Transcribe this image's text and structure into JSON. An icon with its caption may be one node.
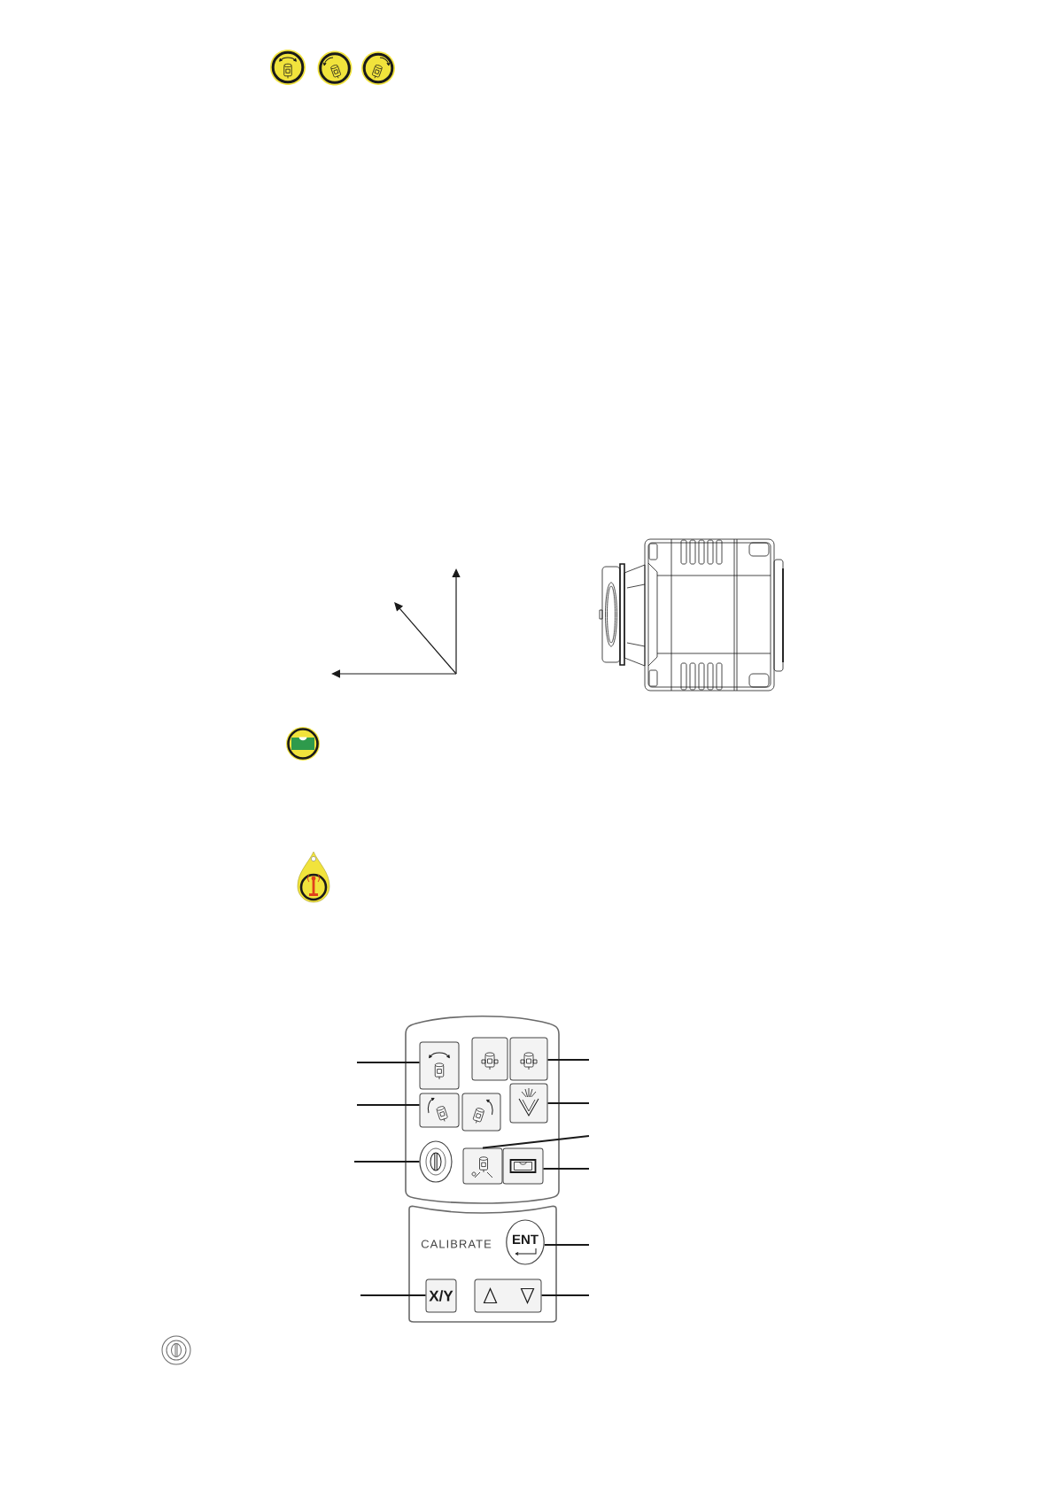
{
  "diagram": {
    "nodes": [
      {
        "text": [],
        "shape": "box"
      },
      {
        "text": [],
        "shape": "box",
        "in": 0
      },
      {
        "text": [],
        "shape": "box",
        "in": 0
      },
      {
        "text": [],
        "shape": "box",
        "in": 0
      },
      {
        "text": [],
        "shape": "box",
        "in": 0
      },
      {
        "text": [],
        "shape": "box",
        "in": 0
      },
      {
        "text": [],
        "shape": "box",
        "in": 0
      },
      {
        "text": [],
        "shape": "circle",
        "in": 0
      },
      {
        "text": [],
        "shape": "box",
        "in": 0
      },
      {
        "text": [],
        "shape": "box",
        "in": 0
      },
      {
        "text": [
          "CALIBRATE"
        ]
      },
      {
        "text": [
          "ENT"
        ],
        "in": 10
      },
      {
        "text": [
          "X/Y"
        ],
        "in": 10
      },
      {
        "text": [],
        "shape": "box",
        "in": 10
      }
    ],
    "edges": [
      {
        "from": null,
        "to": 1,
        "arrow": "none"
      },
      {
        "from": null,
        "to": 3,
        "arrow": "none"
      },
      {
        "from": null,
        "to": 4,
        "arrow": "none"
      },
      {
        "from": null,
        "to": 6,
        "arrow": "none"
      },
      {
        "from": null,
        "to": 8,
        "arrow": "none"
      },
      {
        "from": null,
        "to": 7,
        "arrow": "none"
      },
      {
        "from": null,
        "to": 9,
        "arrow": "none"
      },
      {
        "from": null,
        "to": 11,
        "arrow": "none"
      },
      {
        "from": null,
        "to": 12,
        "arrow": "none"
      },
      {
        "from": null,
        "to": 13,
        "arrow": "none"
      }
    ]
  }
}
